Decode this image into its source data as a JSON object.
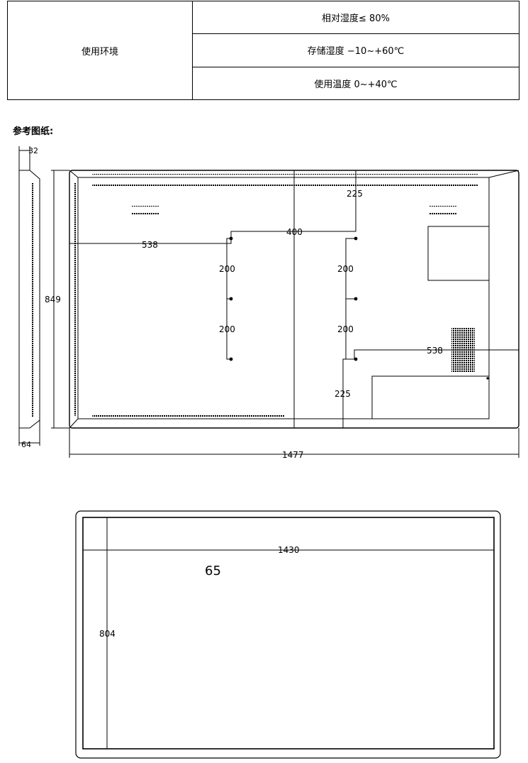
{
  "env_table": {
    "label": "使用环境",
    "rows": [
      "相对湿度≤ 80%",
      "存储湿度 −10~+60℃",
      "使用温度 0~+40℃"
    ]
  },
  "reference_label": "参考图纸:",
  "back_view": {
    "dims": {
      "thickness_top": "32",
      "thickness_bottom": "64",
      "height": "849",
      "width": "1477",
      "top_offset": "225",
      "left_offset": "538",
      "hole_span": "400",
      "left_col_upper": "200",
      "left_col_lower": "200",
      "right_col_upper": "200",
      "right_col_lower": "200",
      "right_offset": "538",
      "bottom_offset": "225"
    }
  },
  "front_view": {
    "dims": {
      "width": "1430",
      "height": "804",
      "size": "65"
    }
  }
}
